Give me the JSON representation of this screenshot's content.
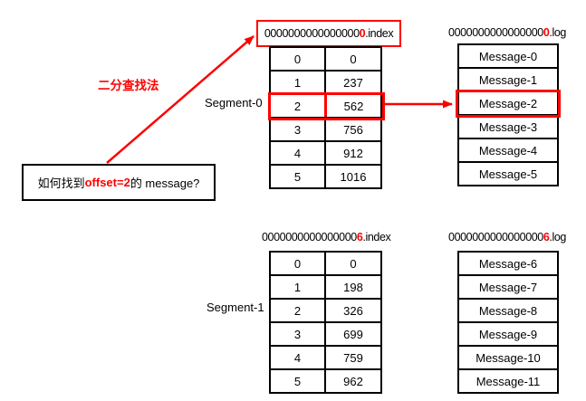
{
  "colors": {
    "accent": "#ff0000",
    "text": "#000000",
    "table_border": "#000000",
    "background": "#ffffff"
  },
  "annotations": {
    "binary_search_label": "二分查找法",
    "question_prefix": "如何找到 ",
    "question_highlight": "offset=2",
    "question_suffix": " 的 message?"
  },
  "segments": [
    {
      "label": "Segment-0",
      "index_file": {
        "name_prefix": "0000000000000000",
        "name_digit": "0",
        "name_ext": ".index",
        "rows": [
          {
            "offset": "0",
            "position": "0"
          },
          {
            "offset": "1",
            "position": "237"
          },
          {
            "offset": "2",
            "position": "562"
          },
          {
            "offset": "3",
            "position": "756"
          },
          {
            "offset": "4",
            "position": "912"
          },
          {
            "offset": "5",
            "position": "1016"
          }
        ],
        "highlighted_offset": "2"
      },
      "log_file": {
        "name_prefix": "0000000000000000",
        "name_digit": "0",
        "name_ext": ".log",
        "rows": [
          "Message-0",
          "Message-1",
          "Message-2",
          "Message-3",
          "Message-4",
          "Message-5"
        ],
        "highlighted_message": "Message-2"
      }
    },
    {
      "label": "Segment-1",
      "index_file": {
        "name_prefix": "0000000000000000",
        "name_digit": "6",
        "name_ext": ".index",
        "rows": [
          {
            "offset": "0",
            "position": "0"
          },
          {
            "offset": "1",
            "position": "198"
          },
          {
            "offset": "2",
            "position": "326"
          },
          {
            "offset": "3",
            "position": "699"
          },
          {
            "offset": "4",
            "position": "759"
          },
          {
            "offset": "5",
            "position": "962"
          }
        ]
      },
      "log_file": {
        "name_prefix": "0000000000000000",
        "name_digit": "6",
        "name_ext": ".log",
        "rows": [
          "Message-6",
          "Message-7",
          "Message-8",
          "Message-9",
          "Message-10",
          "Message-11"
        ]
      }
    }
  ]
}
